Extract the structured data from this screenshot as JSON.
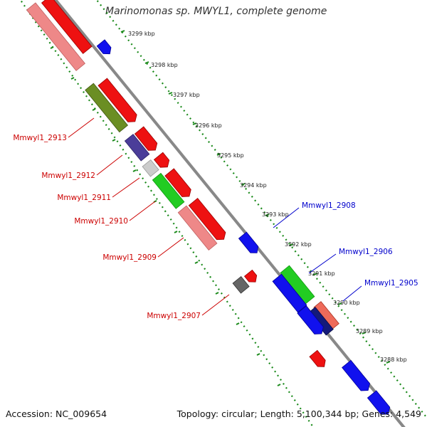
{
  "title": "Marinomonas sp. MWYL1, complete genome",
  "footer": {
    "accession": "Accession: NC_009654",
    "summary": "Topology: circular; Length: 5,100,344 bp; Genes: 4,549"
  },
  "colors": {
    "label_red": "#cc0000",
    "label_blue": "#0000cc",
    "backbone": "#888888",
    "tick": "#1a8a1a"
  },
  "scale_ticks": [
    "3299 kbp",
    "3298 kbp",
    "3297 kbp",
    "3296 kbp",
    "3295 kbp",
    "3294 kbp",
    "3293 kbp",
    "3292 kbp",
    "3291 kbp",
    "3290 kbp",
    "3289 kbp",
    "3288 kbp"
  ],
  "gene_labels": [
    {
      "text": "Mmwyl1_2913",
      "side": "left"
    },
    {
      "text": "Mmwyl1_2912",
      "side": "left"
    },
    {
      "text": "Mmwyl1_2911",
      "side": "left"
    },
    {
      "text": "Mmwyl1_2910",
      "side": "left"
    },
    {
      "text": "Mmwyl1_2909",
      "side": "left"
    },
    {
      "text": "Mmwyl1_2907",
      "side": "left"
    },
    {
      "text": "Mmwyl1_2908",
      "side": "right"
    },
    {
      "text": "Mmwyl1_2906",
      "side": "right"
    },
    {
      "text": "Mmwyl1_2905",
      "side": "right"
    }
  ]
}
